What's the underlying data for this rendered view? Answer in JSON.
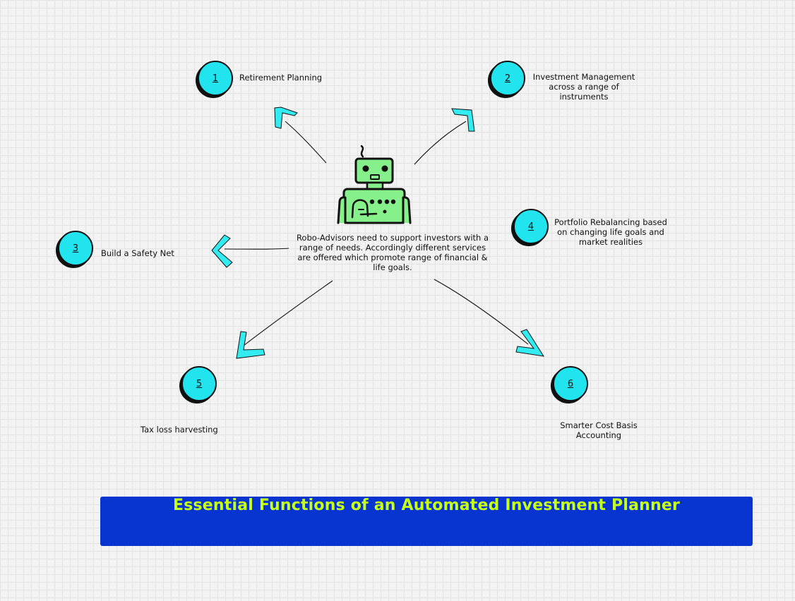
{
  "center_text": "Robo-Advisors need to support investors with a range of needs. Accordingly different services are offered which promote  range of financial & life goals.",
  "functions": [
    {
      "number": "1",
      "label": "Retirement Planning"
    },
    {
      "number": "2",
      "label": "Investment Management across a range of instruments"
    },
    {
      "number": "3",
      "label": "Build a Safety Net"
    },
    {
      "number": "4",
      "label": "Portfolio Rebalancing based on changing life goals and market realities"
    },
    {
      "number": "5",
      "label": "Tax loss harvesting"
    },
    {
      "number": "6",
      "label": "Smarter Cost Basis Accounting"
    }
  ],
  "banner": {
    "title": "Essential Functions of an Automated Investment Planner"
  },
  "colors": {
    "node_fill": "#22e4ee",
    "arrowhead_fill": "#33ecf2",
    "robot_body": "#86f08a",
    "banner_bg": "#0834d0",
    "banner_text": "#c6ff1a"
  },
  "icons": {
    "mascot": "robot-icon"
  }
}
